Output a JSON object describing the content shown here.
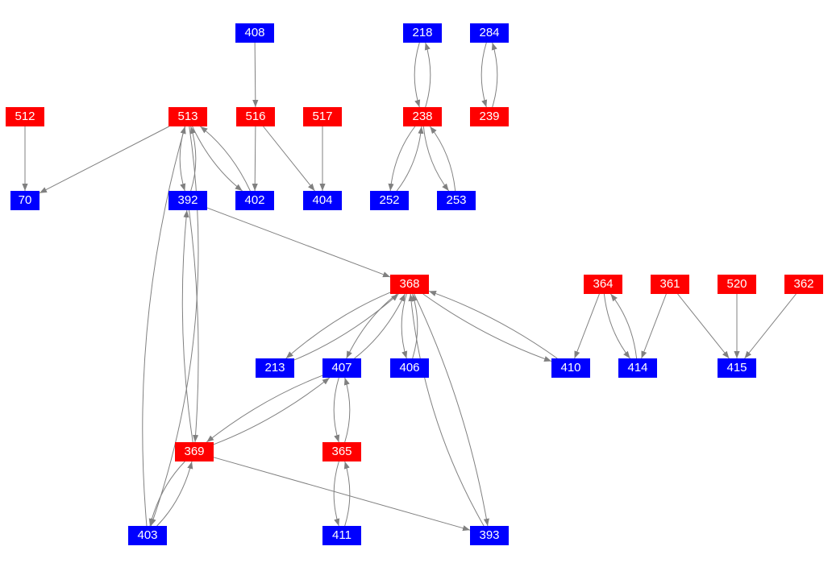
{
  "colors": {
    "red": "#ff0000",
    "blue": "#0000ff",
    "edge": "#808080",
    "label": "#ffffff"
  },
  "nodes": [
    {
      "label": "408",
      "color": "blue"
    },
    {
      "label": "218",
      "color": "blue"
    },
    {
      "label": "284",
      "color": "blue"
    },
    {
      "label": "512",
      "color": "red"
    },
    {
      "label": "513",
      "color": "red"
    },
    {
      "label": "516",
      "color": "red"
    },
    {
      "label": "517",
      "color": "red"
    },
    {
      "label": "238",
      "color": "red"
    },
    {
      "label": "239",
      "color": "red"
    },
    {
      "label": "70",
      "color": "blue"
    },
    {
      "label": "392",
      "color": "blue"
    },
    {
      "label": "402",
      "color": "blue"
    },
    {
      "label": "404",
      "color": "blue"
    },
    {
      "label": "252",
      "color": "blue"
    },
    {
      "label": "253",
      "color": "blue"
    },
    {
      "label": "368",
      "color": "red"
    },
    {
      "label": "364",
      "color": "red"
    },
    {
      "label": "361",
      "color": "red"
    },
    {
      "label": "520",
      "color": "red"
    },
    {
      "label": "362",
      "color": "red"
    },
    {
      "label": "213",
      "color": "blue"
    },
    {
      "label": "407",
      "color": "blue"
    },
    {
      "label": "406",
      "color": "blue"
    },
    {
      "label": "410",
      "color": "blue"
    },
    {
      "label": "414",
      "color": "blue"
    },
    {
      "label": "415",
      "color": "blue"
    },
    {
      "label": "369",
      "color": "red"
    },
    {
      "label": "365",
      "color": "red"
    },
    {
      "label": "403",
      "color": "blue"
    },
    {
      "label": "411",
      "color": "blue"
    },
    {
      "label": "393",
      "color": "blue"
    }
  ],
  "edges": [
    [
      "408",
      "516"
    ],
    [
      "218",
      "238"
    ],
    [
      "238",
      "218"
    ],
    [
      "284",
      "239"
    ],
    [
      "239",
      "284"
    ],
    [
      "512",
      "70"
    ],
    [
      "513",
      "70"
    ],
    [
      "513",
      "392"
    ],
    [
      "392",
      "513"
    ],
    [
      "513",
      "402"
    ],
    [
      "402",
      "513"
    ],
    [
      "516",
      "402"
    ],
    [
      "516",
      "404"
    ],
    [
      "517",
      "404"
    ],
    [
      "238",
      "252"
    ],
    [
      "252",
      "238"
    ],
    [
      "238",
      "253"
    ],
    [
      "253",
      "238"
    ],
    [
      "513",
      "403"
    ],
    [
      "403",
      "513"
    ],
    [
      "392",
      "368"
    ],
    [
      "392",
      "369"
    ],
    [
      "369",
      "392"
    ],
    [
      "368",
      "213"
    ],
    [
      "213",
      "368"
    ],
    [
      "368",
      "407"
    ],
    [
      "407",
      "368"
    ],
    [
      "368",
      "406"
    ],
    [
      "406",
      "368"
    ],
    [
      "368",
      "410"
    ],
    [
      "410",
      "368"
    ],
    [
      "368",
      "393"
    ],
    [
      "393",
      "368"
    ],
    [
      "364",
      "410"
    ],
    [
      "364",
      "414"
    ],
    [
      "414",
      "364"
    ],
    [
      "361",
      "414"
    ],
    [
      "361",
      "415"
    ],
    [
      "520",
      "415"
    ],
    [
      "362",
      "415"
    ],
    [
      "407",
      "369"
    ],
    [
      "369",
      "407"
    ],
    [
      "407",
      "365"
    ],
    [
      "365",
      "407"
    ],
    [
      "365",
      "411"
    ],
    [
      "411",
      "365"
    ],
    [
      "369",
      "403"
    ],
    [
      "403",
      "369"
    ],
    [
      "369",
      "393"
    ]
  ]
}
